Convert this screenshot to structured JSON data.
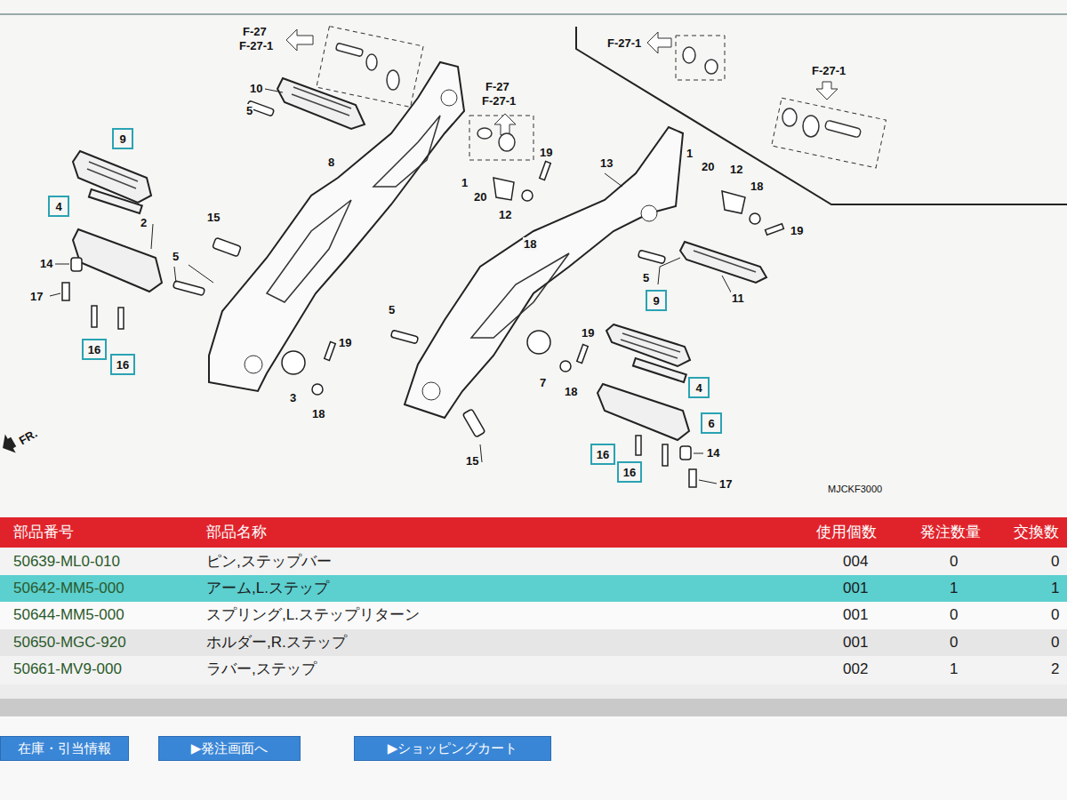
{
  "diagram": {
    "nodes": [
      {
        "text": [
          "9"
        ]
      },
      {
        "text": [
          "4"
        ]
      },
      {
        "text": [
          "16"
        ]
      },
      {
        "text": [
          "16"
        ]
      },
      {
        "text": [
          "9"
        ]
      },
      {
        "text": [
          "4"
        ]
      },
      {
        "text": [
          "6"
        ]
      },
      {
        "text": [
          "16"
        ]
      },
      {
        "text": [
          "16"
        ]
      },
      {
        "text": [
          "在庫・引当情報"
        ]
      },
      {
        "text": [
          "▶発注画面へ"
        ]
      },
      {
        "text": [
          "▶ショッピングカート"
        ]
      }
    ],
    "labels": [
      "F-27",
      "F-27-1",
      "F-27",
      "F-27-1",
      "F-27-1",
      "F-27-1",
      "10",
      "5",
      "8",
      "1",
      "20",
      "12",
      "19",
      "18",
      "13",
      "1",
      "20",
      "12",
      "18",
      "19",
      "2",
      "15",
      "14",
      "17",
      "5",
      "5",
      "11",
      "3",
      "18",
      "19",
      "5",
      "7",
      "19",
      "18",
      "15",
      "14",
      "17",
      "FR.",
      "MJCKF3000",
      "部品番号",
      "部品名称",
      "使用個数",
      "発注数量",
      "交換数",
      "50639-ML0-010",
      "ピン,ステップバー",
      "004",
      "0",
      "0",
      "50642-MM5-000",
      "アーム,L.ステップ",
      "001",
      "1",
      "1",
      "50644-MM5-000",
      "スプリング,L.ステップリターン",
      "001",
      "0",
      "0",
      "50650-MGC-920",
      "ホルダー,R.ステップ",
      "001",
      "0",
      "0",
      "50661-MV9-000",
      "ラバー,ステップ",
      "002",
      "1",
      "2"
    ]
  }
}
